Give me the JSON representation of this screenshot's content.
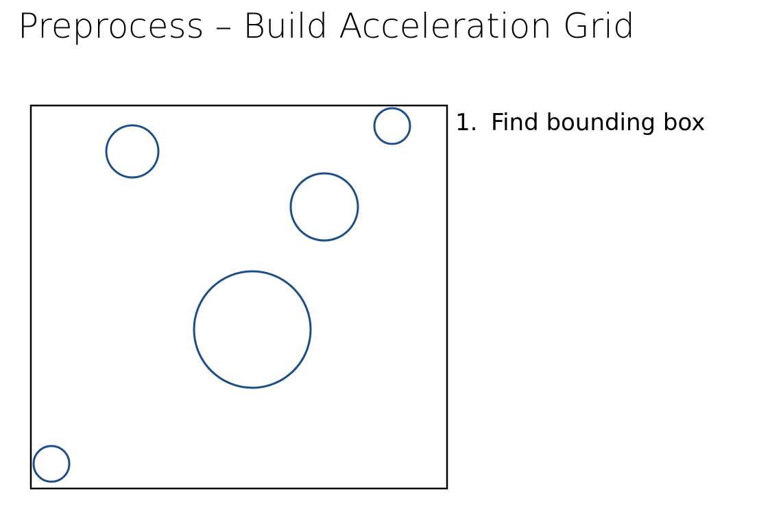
{
  "slide": {
    "title": "Preprocess – Build Acceleration Grid"
  },
  "steps": [
    {
      "number": "1.",
      "text": "Find bounding box"
    }
  ],
  "colors": {
    "circle_stroke": "#1f4e85",
    "box_stroke": "#000000",
    "background": "#ffffff"
  }
}
